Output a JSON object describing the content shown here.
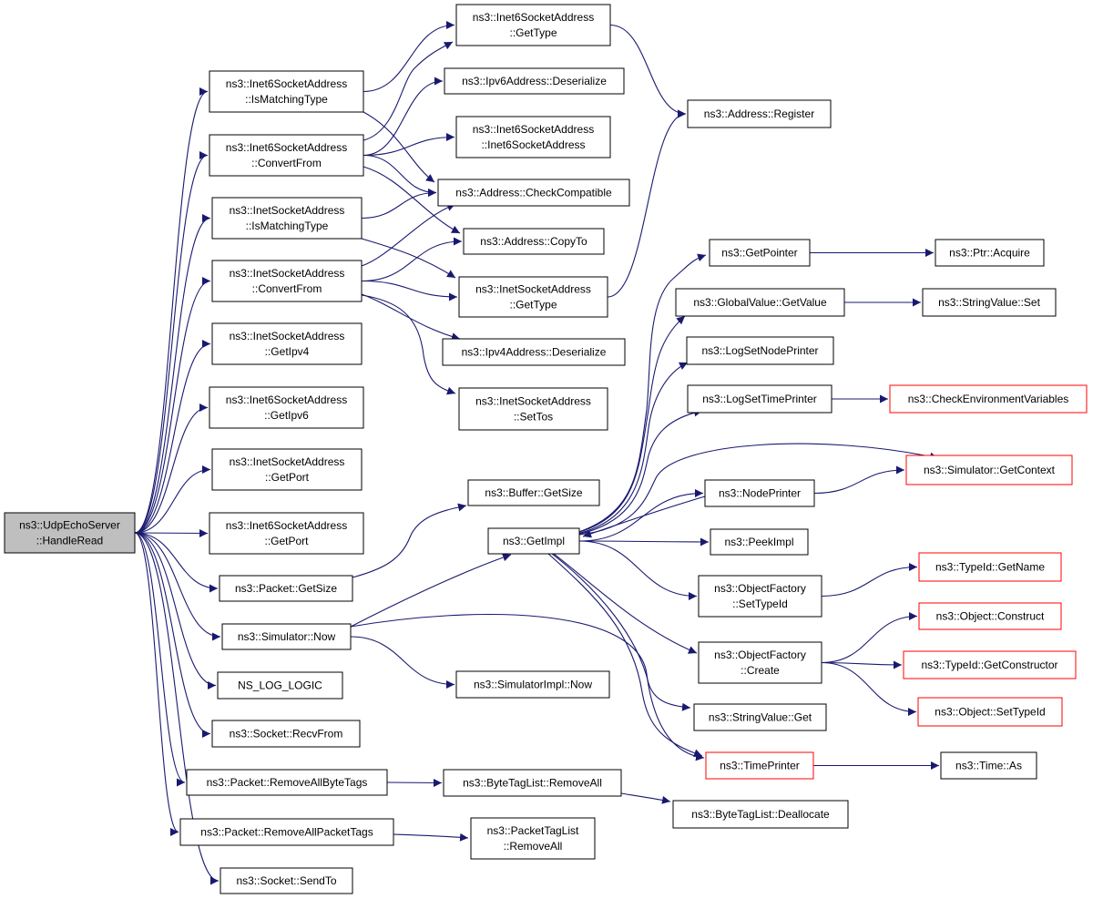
{
  "colors": {
    "edge": "#191970",
    "box_border": "#000000",
    "box_border_truncated": "#ff0000",
    "root_fill": "#bfbfbf",
    "box_fill": "#ffffff"
  },
  "nodes": {
    "root": {
      "lines": [
        "ns3::UdpEchoServer",
        "::HandleRead"
      ],
      "style": "root"
    },
    "inet6_ismatch": {
      "lines": [
        "ns3::Inet6SocketAddress",
        "::IsMatchingType"
      ]
    },
    "inet6_convert": {
      "lines": [
        "ns3::Inet6SocketAddress",
        "::ConvertFrom"
      ]
    },
    "inet_ismatch": {
      "lines": [
        "ns3::InetSocketAddress",
        "::IsMatchingType"
      ]
    },
    "inet_convert": {
      "lines": [
        "ns3::InetSocketAddress",
        "::ConvertFrom"
      ]
    },
    "inet_getipv4": {
      "lines": [
        "ns3::InetSocketAddress",
        "::GetIpv4"
      ]
    },
    "inet6_getipv6": {
      "lines": [
        "ns3::Inet6SocketAddress",
        "::GetIpv6"
      ]
    },
    "inet_getport": {
      "lines": [
        "ns3::InetSocketAddress",
        "::GetPort"
      ]
    },
    "inet6_getport": {
      "lines": [
        "ns3::Inet6SocketAddress",
        "::GetPort"
      ]
    },
    "packet_getsize": {
      "lines": [
        "ns3::Packet::GetSize"
      ]
    },
    "sim_now": {
      "lines": [
        "ns3::Simulator::Now"
      ]
    },
    "ns_log_logic": {
      "lines": [
        "NS_LOG_LOGIC"
      ]
    },
    "socket_recvfrom": {
      "lines": [
        "ns3::Socket::RecvFrom"
      ]
    },
    "packet_rmbytetags": {
      "lines": [
        "ns3::Packet::RemoveAllByteTags"
      ]
    },
    "packet_rmpackettags": {
      "lines": [
        "ns3::Packet::RemoveAllPacketTags"
      ]
    },
    "socket_sendto": {
      "lines": [
        "ns3::Socket::SendTo"
      ]
    },
    "inet6_gettype": {
      "lines": [
        "ns3::Inet6SocketAddress",
        "::GetType"
      ]
    },
    "ipv6_deser": {
      "lines": [
        "ns3::Ipv6Address::Deserialize"
      ]
    },
    "inet6_ctor": {
      "lines": [
        "ns3::Inet6SocketAddress",
        "::Inet6SocketAddress"
      ]
    },
    "addr_checkcompat": {
      "lines": [
        "ns3::Address::CheckCompatible"
      ]
    },
    "addr_copyto": {
      "lines": [
        "ns3::Address::CopyTo"
      ]
    },
    "inet_gettype": {
      "lines": [
        "ns3::InetSocketAddress",
        "::GetType"
      ]
    },
    "ipv4_deser": {
      "lines": [
        "ns3::Ipv4Address::Deserialize"
      ]
    },
    "inet_settos": {
      "lines": [
        "ns3::InetSocketAddress",
        "::SetTos"
      ]
    },
    "buffer_getsize": {
      "lines": [
        "ns3::Buffer::GetSize"
      ]
    },
    "getimpl": {
      "lines": [
        "ns3::GetImpl"
      ]
    },
    "simimpl_now": {
      "lines": [
        "ns3::SimulatorImpl::Now"
      ]
    },
    "bytetaglist_rmall": {
      "lines": [
        "ns3::ByteTagList::RemoveAll"
      ]
    },
    "packettaglist_rmall": {
      "lines": [
        "ns3::PacketTagList",
        "::RemoveAll"
      ]
    },
    "addr_register": {
      "lines": [
        "ns3::Address::Register"
      ]
    },
    "getpointer": {
      "lines": [
        "ns3::GetPointer"
      ]
    },
    "globalvalue_getvalue": {
      "lines": [
        "ns3::GlobalValue::GetValue"
      ]
    },
    "logsetnodeprinter": {
      "lines": [
        "ns3::LogSetNodePrinter"
      ]
    },
    "logsettimeprinter": {
      "lines": [
        "ns3::LogSetTimePrinter"
      ]
    },
    "nodeprinter": {
      "lines": [
        "ns3::NodePrinter"
      ]
    },
    "peekimpl": {
      "lines": [
        "ns3::PeekImpl"
      ]
    },
    "objfactory_settypeid": {
      "lines": [
        "ns3::ObjectFactory",
        "::SetTypeId"
      ]
    },
    "objfactory_create": {
      "lines": [
        "ns3::ObjectFactory",
        "::Create"
      ]
    },
    "stringvalue_get": {
      "lines": [
        "ns3::StringValue::Get"
      ]
    },
    "timeprinter": {
      "lines": [
        "ns3::TimePrinter"
      ],
      "style": "truncated"
    },
    "bytetaglist_dealloc": {
      "lines": [
        "ns3::ByteTagList::Deallocate"
      ]
    },
    "ptr_acquire": {
      "lines": [
        "ns3::Ptr::Acquire"
      ]
    },
    "stringvalue_set": {
      "lines": [
        "ns3::StringValue::Set"
      ]
    },
    "checkenvvars": {
      "lines": [
        "ns3::CheckEnvironmentVariables"
      ],
      "style": "truncated"
    },
    "sim_getcontext": {
      "lines": [
        "ns3::Simulator::GetContext"
      ],
      "style": "truncated"
    },
    "typeid_getname": {
      "lines": [
        "ns3::TypeId::GetName"
      ],
      "style": "truncated"
    },
    "object_construct": {
      "lines": [
        "ns3::Object::Construct"
      ],
      "style": "truncated"
    },
    "typeid_getconstructor": {
      "lines": [
        "ns3::TypeId::GetConstructor"
      ],
      "style": "truncated"
    },
    "object_settypeid": {
      "lines": [
        "ns3::Object::SetTypeId"
      ],
      "style": "truncated"
    },
    "time_as": {
      "lines": [
        "ns3::Time::As"
      ]
    }
  },
  "edges": [
    [
      "root",
      "inet6_ismatch"
    ],
    [
      "root",
      "inet6_convert"
    ],
    [
      "root",
      "inet_ismatch"
    ],
    [
      "root",
      "inet_convert"
    ],
    [
      "root",
      "inet_getipv4"
    ],
    [
      "root",
      "inet6_getipv6"
    ],
    [
      "root",
      "inet_getport"
    ],
    [
      "root",
      "inet6_getport"
    ],
    [
      "root",
      "packet_getsize"
    ],
    [
      "root",
      "sim_now"
    ],
    [
      "root",
      "ns_log_logic"
    ],
    [
      "root",
      "socket_recvfrom"
    ],
    [
      "root",
      "packet_rmbytetags"
    ],
    [
      "root",
      "packet_rmpackettags"
    ],
    [
      "root",
      "socket_sendto"
    ],
    [
      "inet6_ismatch",
      "inet6_gettype"
    ],
    [
      "inet6_ismatch",
      "addr_checkcompat"
    ],
    [
      "inet6_convert",
      "inet6_gettype"
    ],
    [
      "inet6_convert",
      "ipv6_deser"
    ],
    [
      "inet6_convert",
      "inet6_ctor"
    ],
    [
      "inet6_convert",
      "addr_checkcompat"
    ],
    [
      "inet6_convert",
      "addr_copyto"
    ],
    [
      "inet_ismatch",
      "addr_checkcompat"
    ],
    [
      "inet_ismatch",
      "inet_gettype"
    ],
    [
      "inet_convert",
      "addr_checkcompat"
    ],
    [
      "inet_convert",
      "addr_copyto"
    ],
    [
      "inet_convert",
      "inet_gettype"
    ],
    [
      "inet_convert",
      "ipv4_deser"
    ],
    [
      "inet_convert",
      "inet_settos"
    ],
    [
      "inet6_gettype",
      "addr_register"
    ],
    [
      "inet_gettype",
      "addr_register"
    ],
    [
      "packet_getsize",
      "buffer_getsize"
    ],
    [
      "sim_now",
      "getimpl"
    ],
    [
      "sim_now",
      "simimpl_now"
    ],
    [
      "sim_now",
      "timeprinter"
    ],
    [
      "packet_rmbytetags",
      "bytetaglist_rmall"
    ],
    [
      "packet_rmpackettags",
      "packettaglist_rmall"
    ],
    [
      "bytetaglist_rmall",
      "bytetaglist_dealloc"
    ],
    [
      "getimpl",
      "getpointer"
    ],
    [
      "getimpl",
      "globalvalue_getvalue"
    ],
    [
      "getimpl",
      "logsetnodeprinter"
    ],
    [
      "getimpl",
      "logsettimeprinter"
    ],
    [
      "getimpl",
      "sim_getcontext"
    ],
    [
      "getimpl",
      "nodeprinter"
    ],
    [
      "getimpl",
      "peekimpl"
    ],
    [
      "getimpl",
      "objfactory_settypeid"
    ],
    [
      "getimpl",
      "objfactory_create"
    ],
    [
      "getimpl",
      "stringvalue_get"
    ],
    [
      "getimpl",
      "timeprinter"
    ],
    [
      "nodeprinter",
      "getimpl"
    ],
    [
      "nodeprinter",
      "sim_getcontext"
    ],
    [
      "getpointer",
      "ptr_acquire"
    ],
    [
      "globalvalue_getvalue",
      "stringvalue_set"
    ],
    [
      "logsettimeprinter",
      "checkenvvars"
    ],
    [
      "objfactory_settypeid",
      "typeid_getname"
    ],
    [
      "objfactory_create",
      "object_construct"
    ],
    [
      "objfactory_create",
      "typeid_getconstructor"
    ],
    [
      "objfactory_create",
      "object_settypeid"
    ],
    [
      "timeprinter",
      "time_as"
    ]
  ]
}
